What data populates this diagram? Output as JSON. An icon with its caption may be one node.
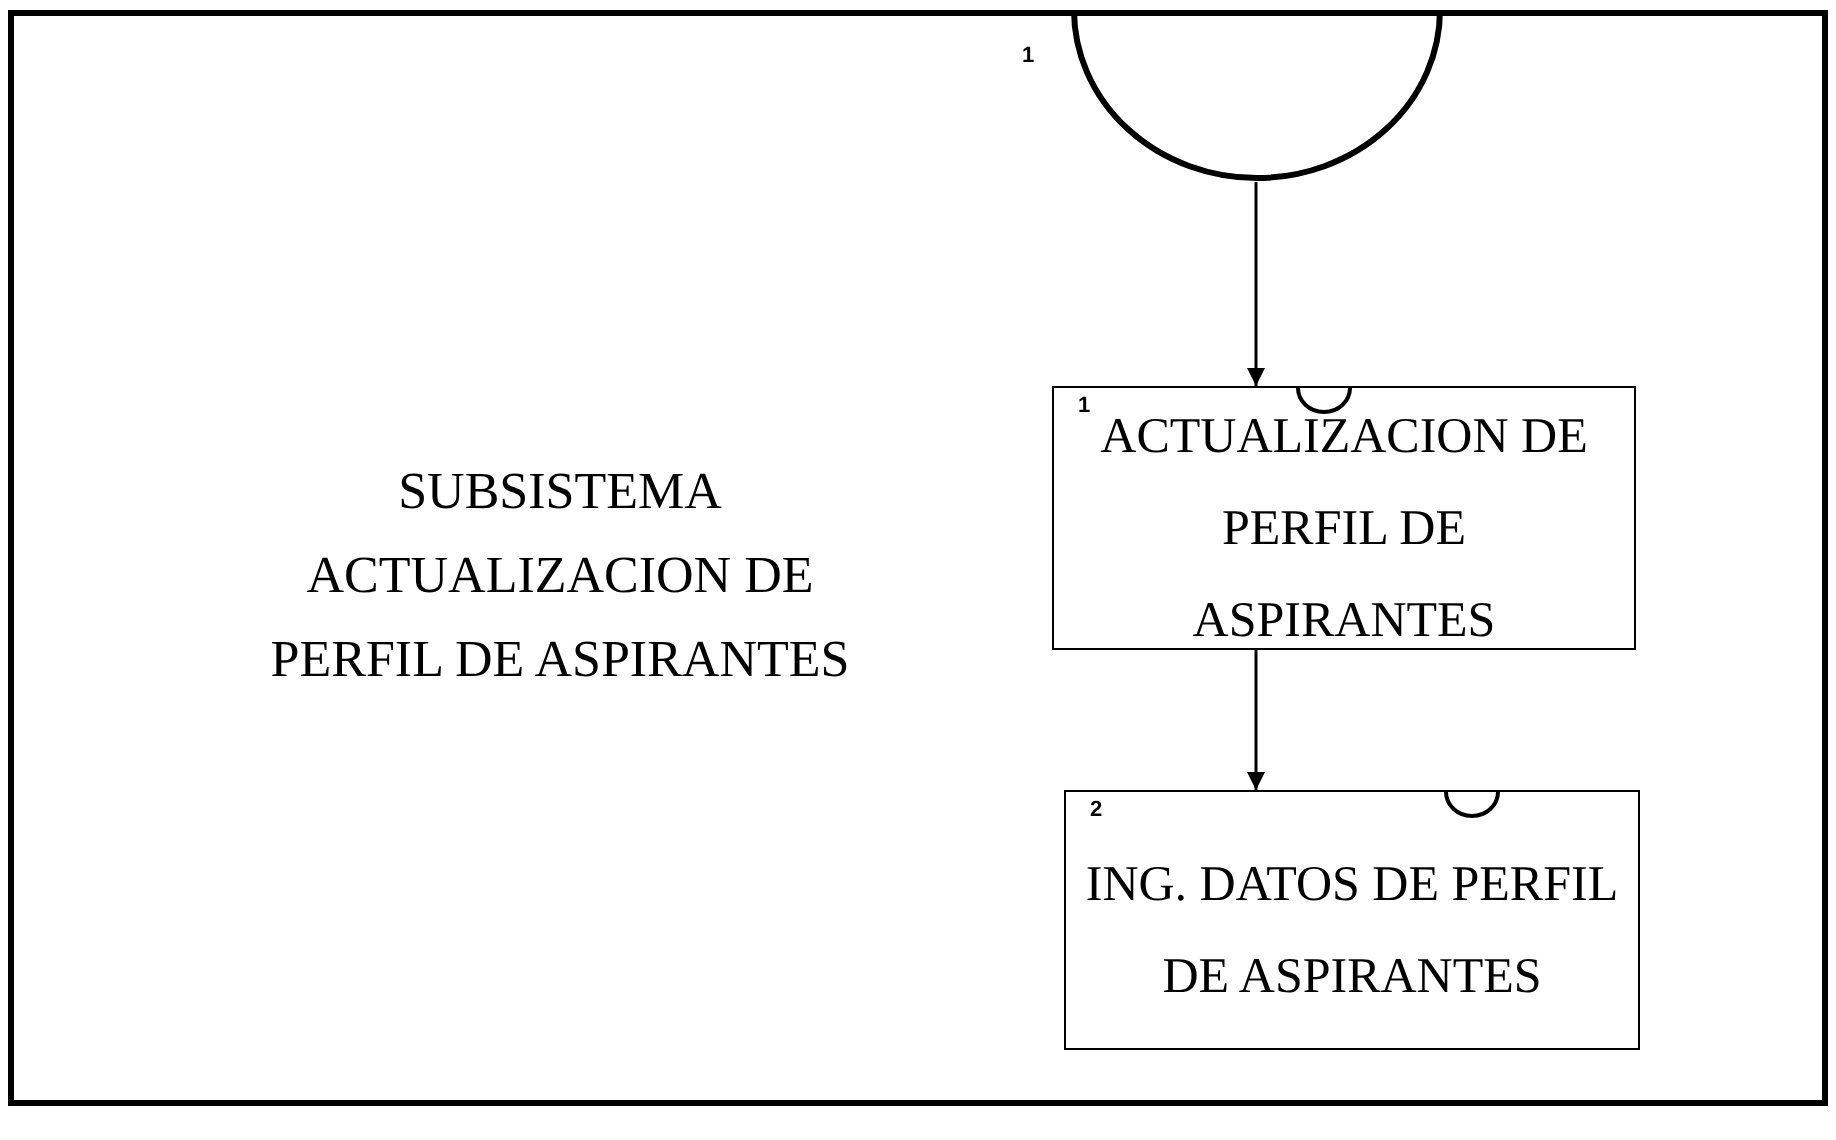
{
  "diagram": {
    "nodes": [
      {
        "text": [],
        "shape": "arc",
        "beside": [
          "1"
        ]
      },
      {
        "text": [
          "1",
          "ACTUALIZACION DE PERFIL DE ASPIRANTES"
        ]
      },
      {
        "text": [
          "2",
          "ING. DATOS DE PERFIL DE ASPIRANTES"
        ]
      }
    ],
    "edges": [
      {
        "from": 0,
        "to": 1,
        "arrow": "to"
      },
      {
        "from": 1,
        "to": 2,
        "arrow": "to"
      }
    ],
    "labels": [
      "SUBSISTEMA ACTUALIZACION DE PERFIL DE ASPIRANTES"
    ]
  }
}
